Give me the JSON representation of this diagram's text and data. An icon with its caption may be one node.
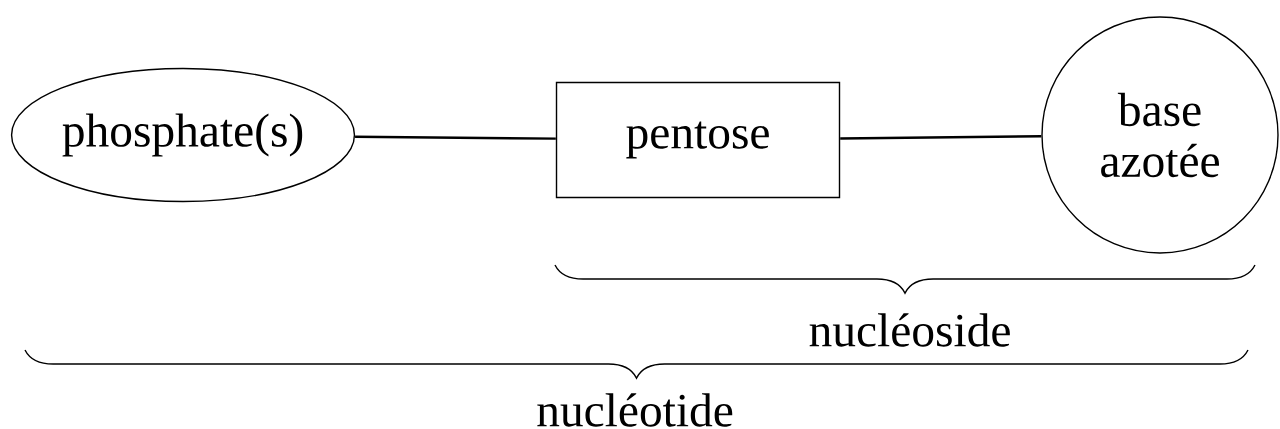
{
  "diagram": {
    "nodes": [
      {
        "text": [
          "phosphate(s)"
        ]
      },
      {
        "text": [
          "pentose"
        ]
      },
      {
        "text": [
          "base azotée"
        ]
      }
    ],
    "edges": [
      {
        "from": 0,
        "to": 1,
        "arrow": "none"
      },
      {
        "from": 1,
        "to": 2,
        "arrow": "none"
      }
    ],
    "labels": [
      "nucléoside",
      "nucléotide"
    ]
  }
}
